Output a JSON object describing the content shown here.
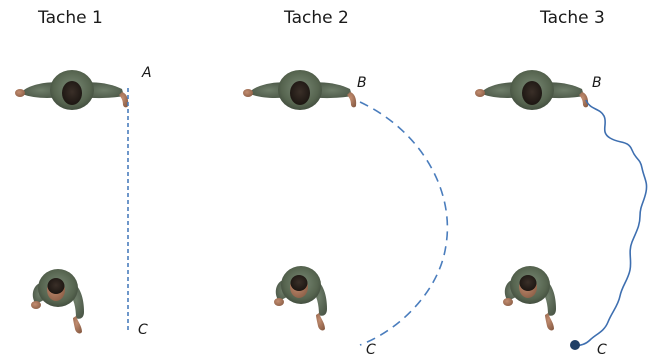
{
  "tasks": [
    {
      "title": "Tache 1",
      "start_label": "A",
      "end_label": "C"
    },
    {
      "title": "Tache 2",
      "start_label": "B",
      "end_label": "C"
    },
    {
      "title": "Tache 3",
      "start_label": "B",
      "end_label": "C"
    }
  ],
  "colors": {
    "path": "#4a7dbd",
    "path_solid": "#3e6fb0",
    "shirt": "#5d6b5a",
    "shirt_dark": "#3f4a3d",
    "skin": "#a8765b",
    "hair": "#2b221d"
  }
}
